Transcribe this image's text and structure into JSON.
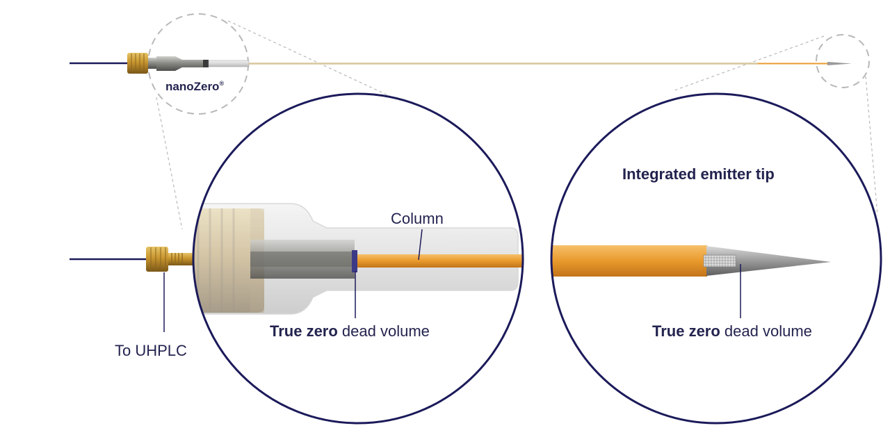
{
  "labels": {
    "brand": "nanoZero",
    "brand_mark": "®",
    "column": "Column",
    "to_uhplc": "To UHPLC",
    "true_zero_left_bold": "True zero",
    "true_zero_left_rest": " dead volume",
    "true_zero_right_bold": "True zero",
    "true_zero_right_rest": " dead volume",
    "emitter_heading": "Integrated emitter tip"
  },
  "colors": {
    "navy": "#1b1a5a",
    "orange": "#e99a2c",
    "brass": "#c89a3c",
    "steel": "#8a8a88",
    "dash": "#b8b8b8"
  }
}
